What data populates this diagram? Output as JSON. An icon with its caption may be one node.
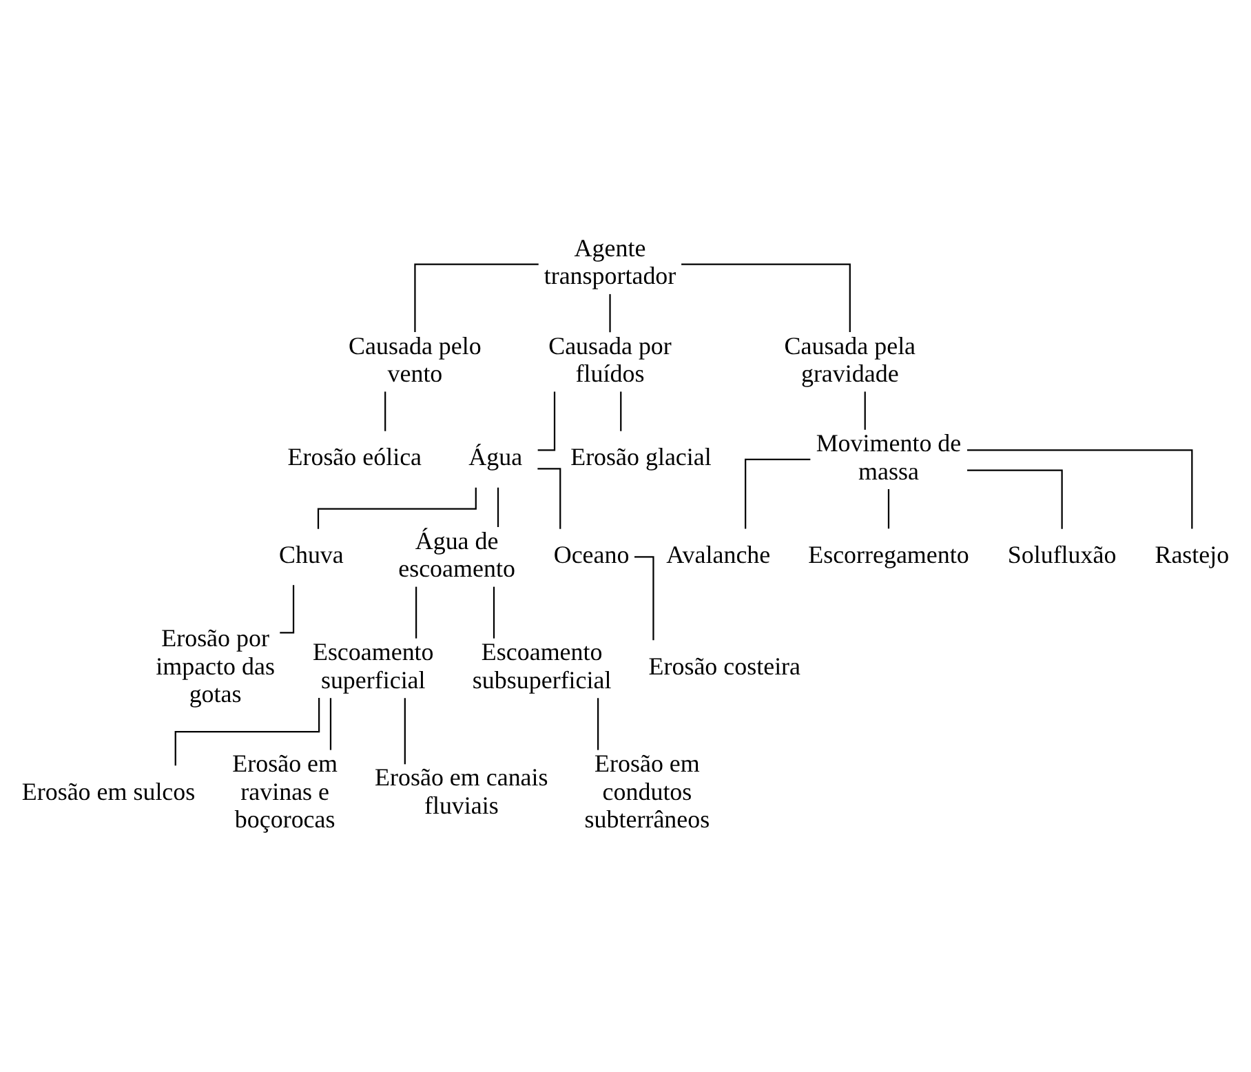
{
  "diagram": {
    "nodes": [
      {
        "text": [
          "Agente transportador"
        ]
      },
      {
        "text": [
          "Causada pelo vento"
        ]
      },
      {
        "text": [
          "Causada por fluídos"
        ]
      },
      {
        "text": [
          "Causada pela gravidade"
        ]
      },
      {
        "text": [
          "Erosão eólica"
        ]
      },
      {
        "text": [
          "Água"
        ]
      },
      {
        "text": [
          "Erosão glacial"
        ]
      },
      {
        "text": [
          "Movimento de massa"
        ]
      },
      {
        "text": [
          "Chuva"
        ]
      },
      {
        "text": [
          "Água de escoamento"
        ]
      },
      {
        "text": [
          "Oceano"
        ]
      },
      {
        "text": [
          "Avalanche"
        ]
      },
      {
        "text": [
          "Escorregamento"
        ]
      },
      {
        "text": [
          "Solufluxão"
        ]
      },
      {
        "text": [
          "Rastejo"
        ]
      },
      {
        "text": [
          "Erosão por impacto das gotas"
        ]
      },
      {
        "text": [
          "Erosão costeira"
        ]
      },
      {
        "text": [
          "Escoamento superficial"
        ]
      },
      {
        "text": [
          "Escoamento subsuperficial"
        ]
      },
      {
        "text": [
          "Erosão em sulcos"
        ]
      },
      {
        "text": [
          "Erosão em ravinas e boçorocas"
        ]
      },
      {
        "text": [
          "Erosão em canais fluviais"
        ]
      },
      {
        "text": [
          "Erosão em condutos subterrâneos"
        ]
      }
    ],
    "edges": [
      {
        "from": 0,
        "to": 1,
        "arrow": "none"
      },
      {
        "from": 0,
        "to": 2,
        "arrow": "none"
      },
      {
        "from": 0,
        "to": 3,
        "arrow": "none"
      },
      {
        "from": 1,
        "to": 4,
        "arrow": "none"
      },
      {
        "from": 2,
        "to": 5,
        "arrow": "none"
      },
      {
        "from": 2,
        "to": 6,
        "arrow": "none"
      },
      {
        "from": 3,
        "to": 7,
        "arrow": "none"
      },
      {
        "from": 7,
        "to": 11,
        "arrow": "none"
      },
      {
        "from": 7,
        "to": 12,
        "arrow": "none"
      },
      {
        "from": 7,
        "to": 13,
        "arrow": "none"
      },
      {
        "from": 7,
        "to": 14,
        "arrow": "none"
      },
      {
        "from": 5,
        "to": 8,
        "arrow": "none"
      },
      {
        "from": 5,
        "to": 9,
        "arrow": "none"
      },
      {
        "from": 5,
        "to": 10,
        "arrow": "none"
      },
      {
        "from": 8,
        "to": 15,
        "arrow": "none"
      },
      {
        "from": 10,
        "to": 16,
        "arrow": "none"
      },
      {
        "from": 9,
        "to": 17,
        "arrow": "none"
      },
      {
        "from": 9,
        "to": 18,
        "arrow": "none"
      },
      {
        "from": 17,
        "to": 19,
        "arrow": "none"
      },
      {
        "from": 17,
        "to": 20,
        "arrow": "none"
      },
      {
        "from": 17,
        "to": 21,
        "arrow": "none"
      },
      {
        "from": 18,
        "to": 22,
        "arrow": "none"
      }
    ]
  }
}
